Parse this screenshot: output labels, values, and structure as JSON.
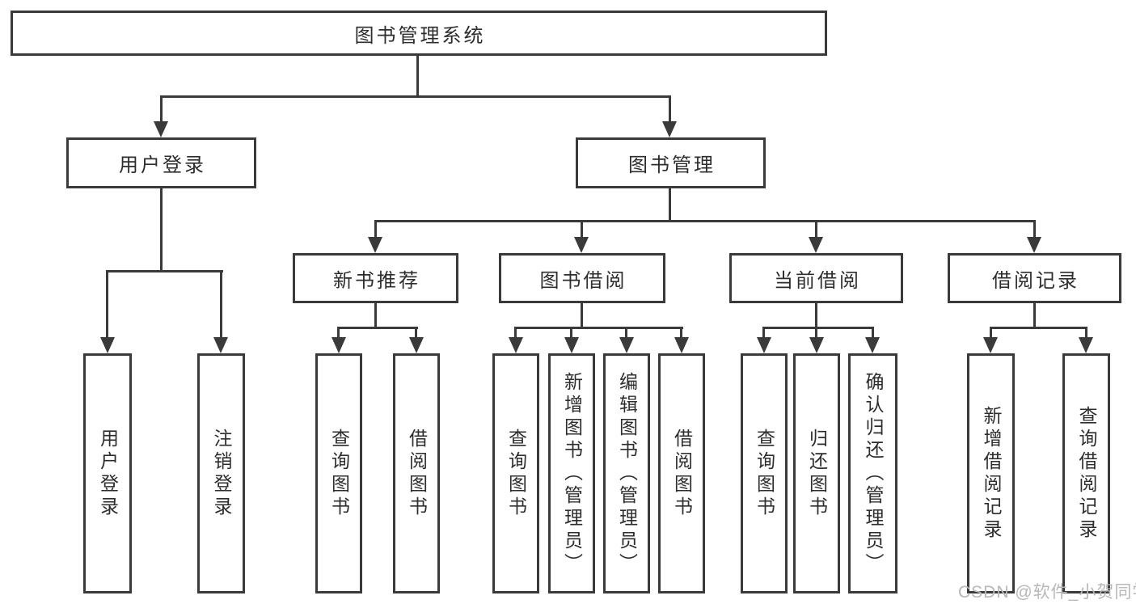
{
  "diagram": {
    "root": {
      "label": "图书管理系统"
    },
    "level2": [
      {
        "id": "user-login",
        "label": "用户登录"
      },
      {
        "id": "book-management",
        "label": "图书管理"
      }
    ],
    "level3": [
      {
        "id": "new-book-recommend",
        "label": "新书推荐",
        "parent": "book-management"
      },
      {
        "id": "book-borrow",
        "label": "图书借阅",
        "parent": "book-management"
      },
      {
        "id": "current-borrow",
        "label": "当前借阅",
        "parent": "book-management"
      },
      {
        "id": "borrow-records",
        "label": "借阅记录",
        "parent": "book-management"
      }
    ],
    "leaves": [
      {
        "group": "user-login",
        "label": "用户登录"
      },
      {
        "group": "user-login",
        "label": "注销登录"
      },
      {
        "group": "new-book-recommend",
        "label": "查询图书"
      },
      {
        "group": "new-book-recommend",
        "label": "借阅图书"
      },
      {
        "group": "book-borrow",
        "label": "查询图书"
      },
      {
        "group": "book-borrow",
        "label": "新增图书（管理员）"
      },
      {
        "group": "book-borrow",
        "label": "编辑图书（管理员）"
      },
      {
        "group": "book-borrow",
        "label": "借阅图书"
      },
      {
        "group": "current-borrow",
        "label": "查询图书"
      },
      {
        "group": "current-borrow",
        "label": "归还图书"
      },
      {
        "group": "current-borrow",
        "label": "确认归还（管理员）"
      },
      {
        "group": "borrow-records",
        "label": "新增借阅记录"
      },
      {
        "group": "borrow-records",
        "label": "查询借阅记录"
      }
    ],
    "watermark": "CSDN @软件_小贺同学"
  },
  "colors": {
    "line": "#3a3a3a",
    "text": "#2d2d2d",
    "watermark": "#b8b8b8",
    "background": "#ffffff"
  }
}
